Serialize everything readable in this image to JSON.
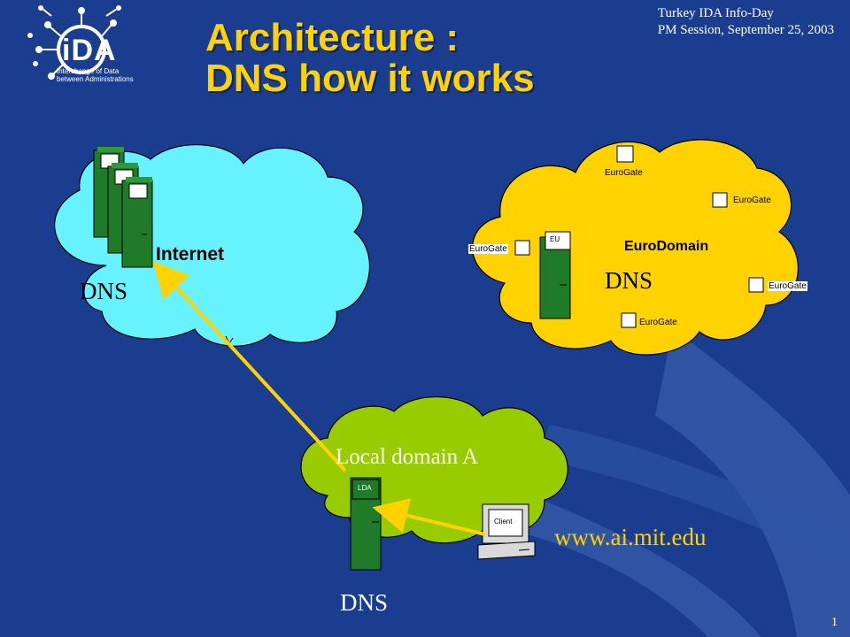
{
  "header": {
    "event": "Turkey IDA Info-Day",
    "session": "PM Session, September 25, 2003"
  },
  "logo": {
    "wordmark": "iDA",
    "caption_line1": "Interchange of Data",
    "caption_line2": "between Administrations"
  },
  "title": {
    "line1": "Architecture :",
    "line2": "DNS how it works"
  },
  "internet_cloud": {
    "label": "Internet",
    "dns_label": "DNS"
  },
  "eurodomain_cloud": {
    "label": "EuroDomain",
    "dns_label": "DNS",
    "server_tag": "EU",
    "gates": [
      "EuroGate",
      "EuroGate",
      "EuroGate",
      "EuroGate",
      "EuroGate"
    ]
  },
  "local_cloud": {
    "label": "Local domain A",
    "server_tag": "LDA",
    "client_label": "Client",
    "dns_label": "DNS"
  },
  "query_url": "www.ai.mit.edu",
  "page_number": "1",
  "colors": {
    "background": "#1b3d8f",
    "title": "#ffd200",
    "arrow": "#ffd200",
    "internet_cloud": "#66f2ff",
    "eurodomain_cloud": "#ffd200",
    "local_cloud": "#99cc00",
    "server": "#1f7a2a"
  }
}
